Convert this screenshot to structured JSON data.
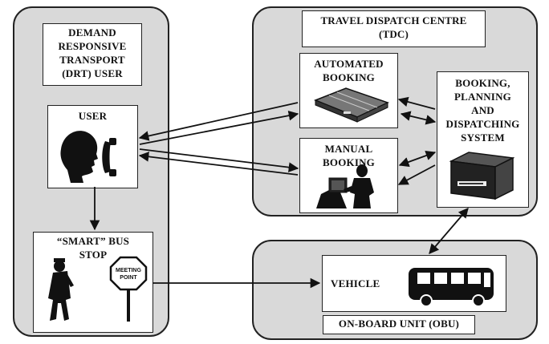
{
  "drt_panel": {
    "title_lines": [
      "DEMAND",
      "RESPONSIVE",
      "TRANSPORT",
      "(DRT) USER"
    ]
  },
  "user_box": {
    "label": "USER"
  },
  "bus_stop_box": {
    "label_line1": "“SMART” BUS",
    "label_line2": "STOP",
    "sign_line1": "MEETING",
    "sign_line2": "POINT"
  },
  "tdc_panel": {
    "title_line1": "TRAVEL DISPATCH CENTRE",
    "title_line2": "(TDC)"
  },
  "automated_box": {
    "line1": "AUTOMATED",
    "line2": "BOOKING"
  },
  "manual_box": {
    "line1": "MANUAL",
    "line2": "BOOKING"
  },
  "bpds_box": {
    "lines": [
      "BOOKING,",
      "PLANNING",
      "AND",
      "DISPATCHING",
      "SYSTEM"
    ]
  },
  "obu_panel": {
    "title": "ON-BOARD UNIT (OBU)"
  },
  "vehicle_box": {
    "label": "VEHICLE"
  }
}
